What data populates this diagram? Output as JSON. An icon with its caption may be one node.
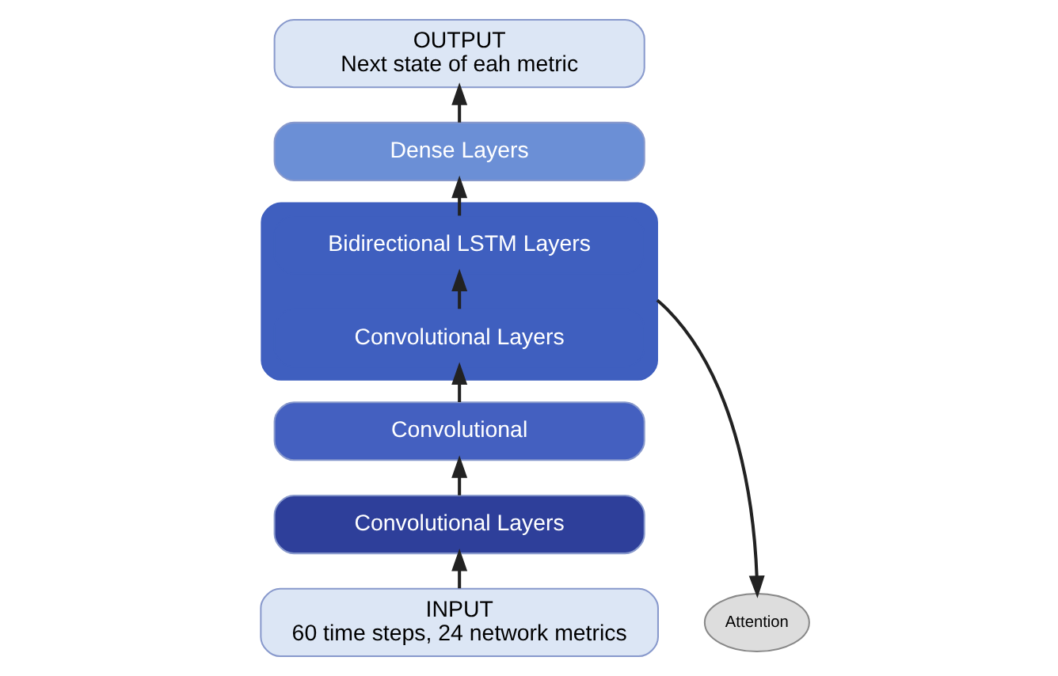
{
  "diagram": {
    "nodes": [
      {
        "text": [
          "OUTPUT",
          "Next state of eah metric"
        ]
      },
      {
        "text": [
          "Dense Layers"
        ]
      },
      {
        "text": [],
        "shape": "box"
      },
      {
        "text": [
          "Bidirectional LSTM Layers"
        ],
        "in": 2
      },
      {
        "text": [
          "Convolutional Layers"
        ],
        "in": 2
      },
      {
        "text": [
          "Attention"
        ]
      },
      {
        "text": [
          "Convolutional"
        ]
      },
      {
        "text": [
          "Convolutional Layers"
        ]
      },
      {
        "text": [
          "INPUT",
          "60 time steps, 24 network metrics"
        ]
      }
    ],
    "edges": [
      {
        "from": 8,
        "to": 7,
        "arrow": "to"
      },
      {
        "from": 7,
        "to": 6,
        "arrow": "to"
      },
      {
        "from": 6,
        "to": 4,
        "arrow": "to"
      },
      {
        "from": 4,
        "to": 3,
        "arrow": "to"
      },
      {
        "from": 3,
        "to": 1,
        "arrow": "to"
      },
      {
        "from": 1,
        "to": 0,
        "arrow": "to"
      },
      {
        "from": 2,
        "to": 5,
        "arrow": "to"
      }
    ]
  }
}
